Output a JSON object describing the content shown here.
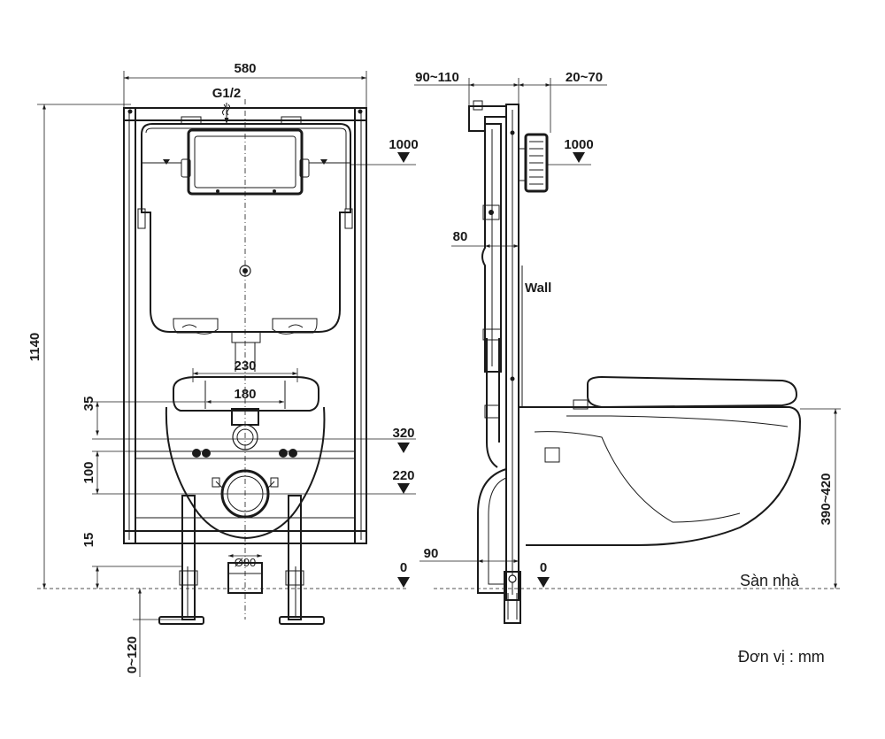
{
  "front_view": {
    "width_580": "580",
    "inlet_g12": "G1/2",
    "height_1140": "1140",
    "level_1000": "1000",
    "dim_230": "230",
    "dim_180": "180",
    "dim_35": "35",
    "dim_100": "100",
    "dim_15": "15",
    "level_320": "320",
    "level_220": "220",
    "drain_d90": "Ø90",
    "level_0": "0",
    "adjust_0_120": "0~120"
  },
  "side_view": {
    "dim_90_110": "90~110",
    "dim_20_70": "20~70",
    "level_1000": "1000",
    "dim_80": "80",
    "wall_label": "Wall",
    "dim_90": "90",
    "level_0": "0",
    "height_390_420": "390~420",
    "floor_label": "Sàn nhà"
  },
  "unit_note": "Đơn vị : mm"
}
